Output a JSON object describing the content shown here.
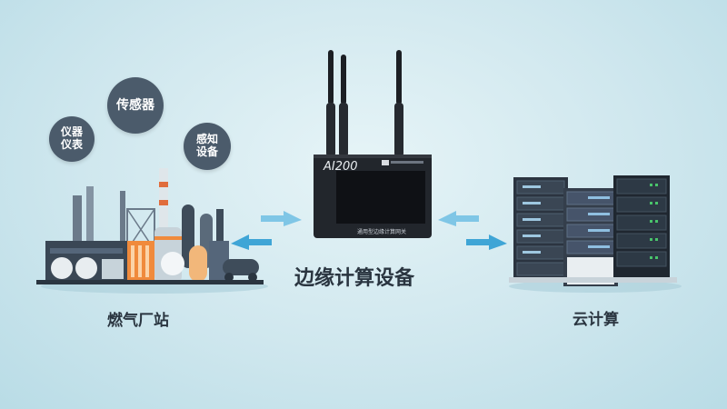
{
  "factory": {
    "label": "燃气厂站",
    "bubbles": {
      "instruments": "仪器\n仪表",
      "sensors": "传感器",
      "perception": "感知\n设备"
    }
  },
  "edge_device": {
    "label": "边缘计算设备",
    "model": "AI200",
    "screen_caption": "通用型边缘计算网关"
  },
  "cloud": {
    "label": "云计算"
  },
  "colors": {
    "arrow": "#3fa5d6",
    "bubble": "#4b5b6b",
    "text": "#2a3540"
  }
}
